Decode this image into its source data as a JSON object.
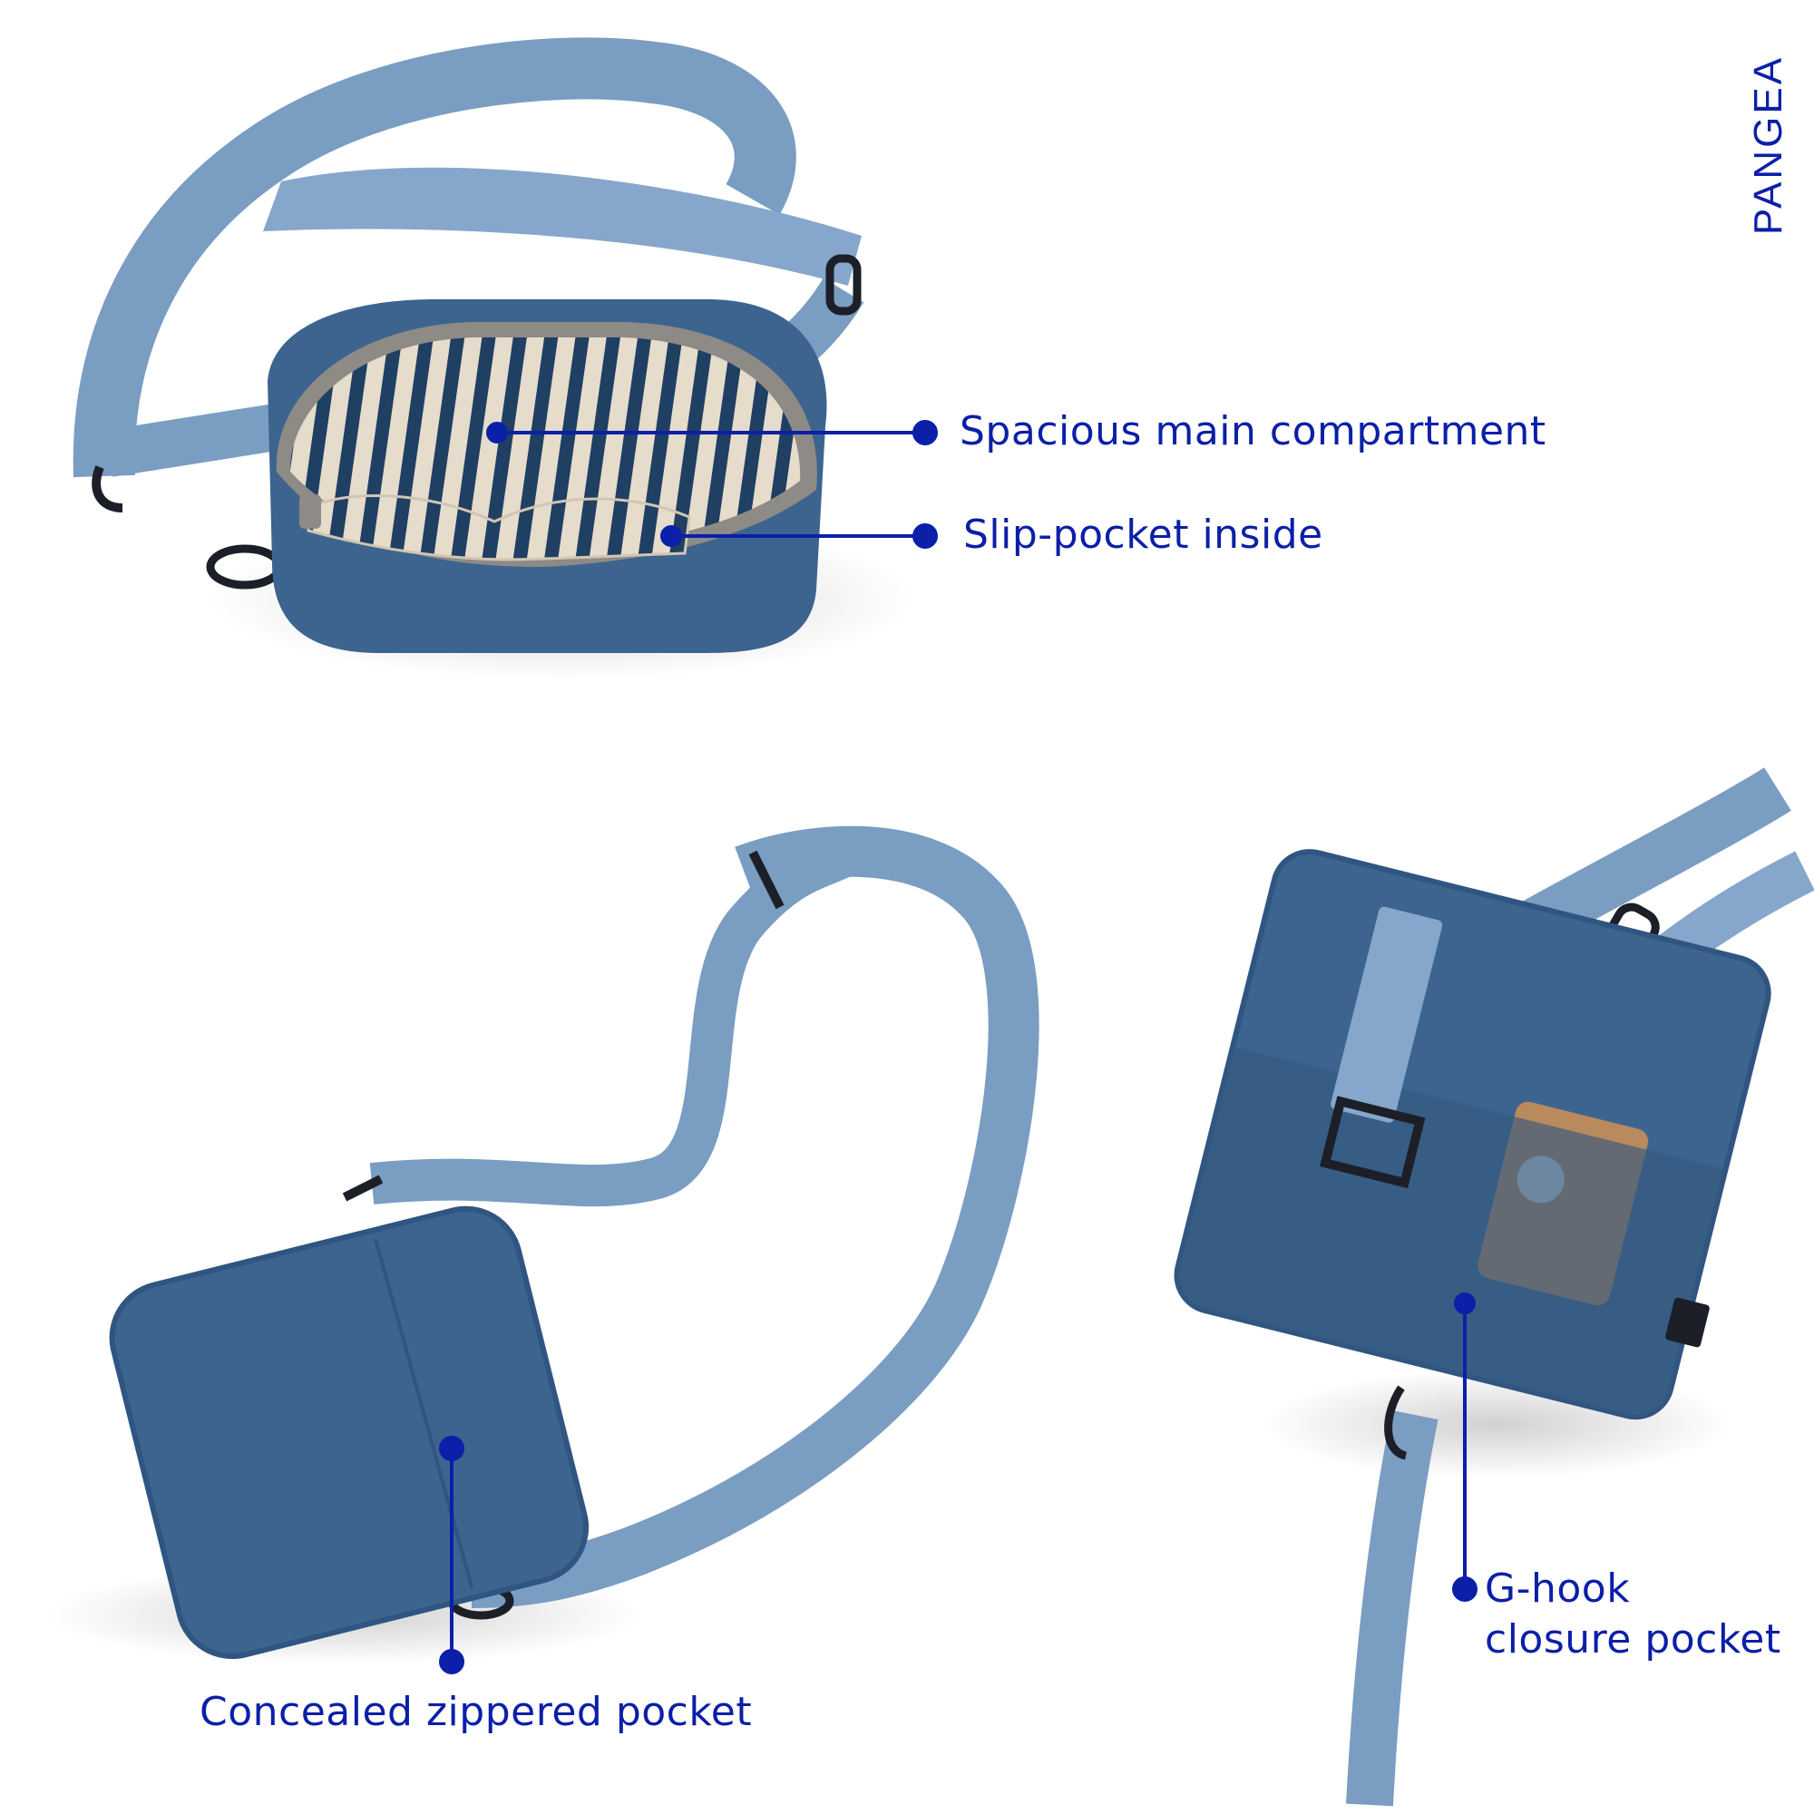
{
  "brand": {
    "name": "PANGEA"
  },
  "callouts": {
    "main_compartment": "Spacious main compartment",
    "slip_pocket": "Slip-pocket inside",
    "concealed_pocket": "Concealed zippered pocket",
    "g_hook_pocket": "G-hook\nclosure pocket"
  },
  "colors": {
    "accent": "#0b1fa8",
    "strap": "#7a9dc2",
    "bag_body": "#3c648f",
    "lining_stripe": "#1f3f63",
    "lining_base": "#e6dccb",
    "card_leather": "#b98a5e"
  }
}
